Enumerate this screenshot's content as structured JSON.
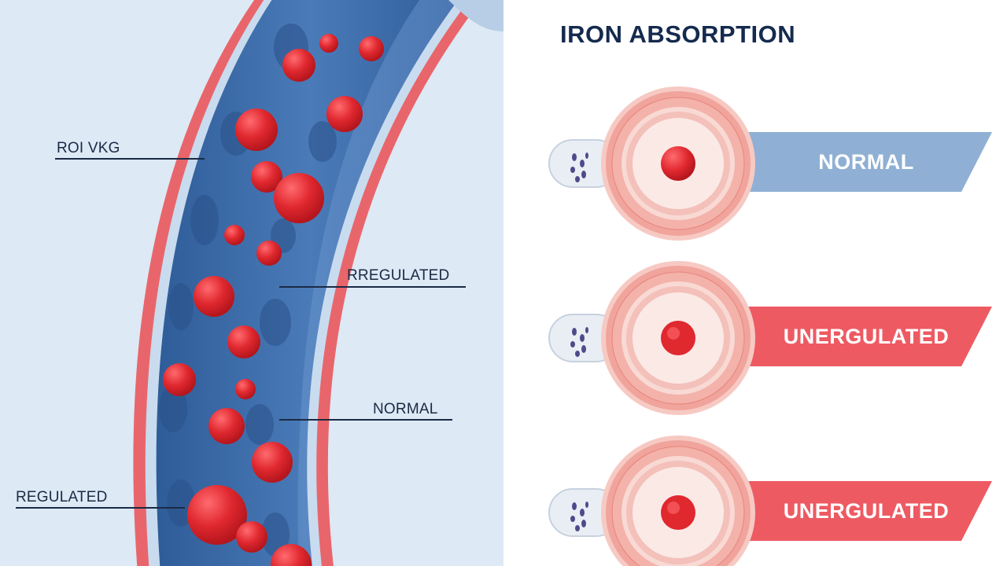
{
  "title": "IRON ABSORPTION",
  "colors": {
    "background_left": "#dde9f5",
    "vessel_wall": "#e8666b",
    "vessel_blue": "#3c6eaa",
    "vessel_dark": "#2d5a94",
    "red_cell": "#e0282f",
    "banner_normal": "#8fb0d4",
    "banner_unregulated": "#ee5a62",
    "title_text": "#142a4e"
  },
  "vessel_labels": [
    {
      "id": "label-1",
      "text": "ROI VKG"
    },
    {
      "id": "label-2",
      "text": "RREGULATED"
    },
    {
      "id": "label-3",
      "text": "NORMAL"
    },
    {
      "id": "label-4",
      "text": "REGULATED"
    }
  ],
  "rows": [
    {
      "label": "NORMAL",
      "status": "normal"
    },
    {
      "label": "UNERGULATED",
      "status": "unregulated"
    },
    {
      "label": "UNERGULATED",
      "status": "unregulated"
    }
  ]
}
